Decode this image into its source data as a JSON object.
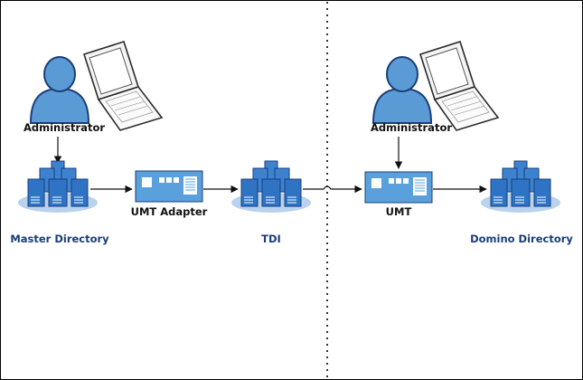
{
  "colors": {
    "accent_blue": "#4a90d9",
    "dark_blue": "#1a3e78",
    "label_dark": "#111111",
    "label_blue": "#1a3e78"
  },
  "left": {
    "administrator_label": "Administrator",
    "adapter_label": "UMT Adapter",
    "master_label": "Master Directory",
    "tdi_label": "TDI"
  },
  "right": {
    "administrator_label": "Administrator",
    "umt_label": "UMT",
    "domino_label": "Domino Directory"
  },
  "icons": [
    "user-icon",
    "laptop-icon",
    "server-cluster-icon",
    "network-appliance-icon"
  ]
}
